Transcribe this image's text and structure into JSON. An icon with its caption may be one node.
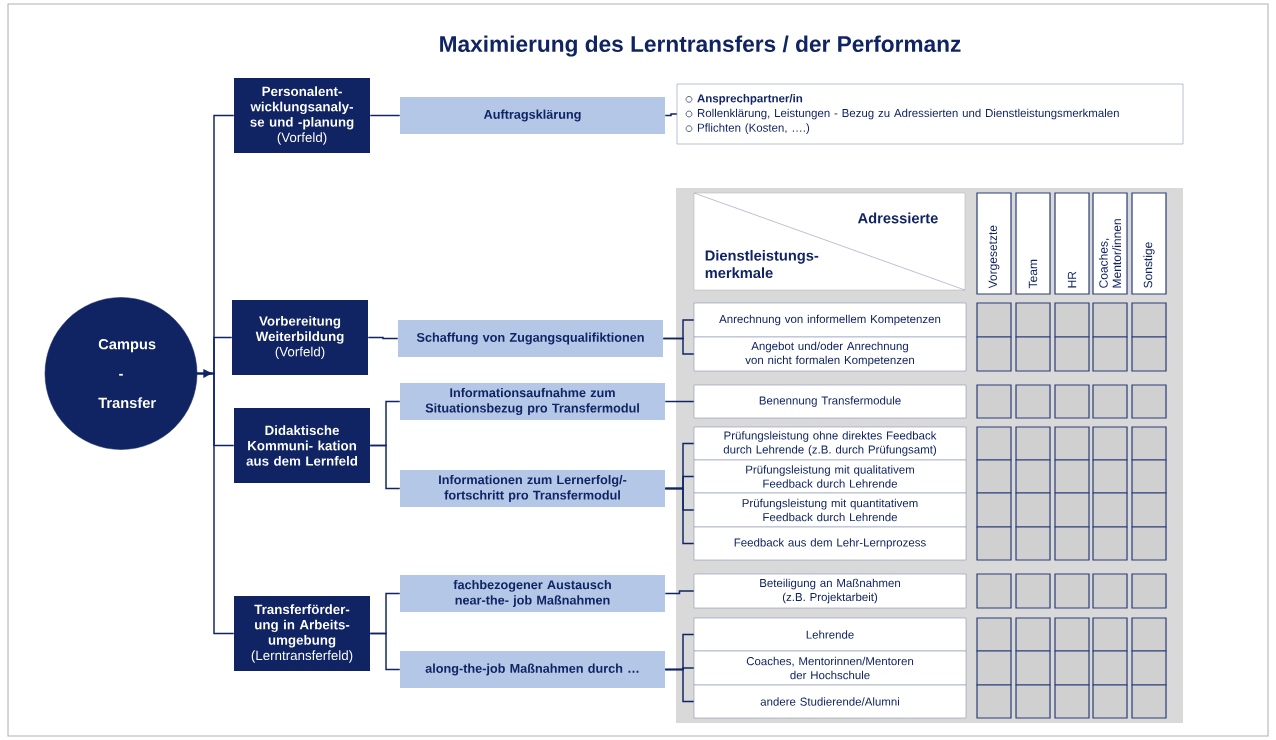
{
  "diagram": {
    "title": "Maximierung des Lerntransfers / der Performanz",
    "nodes": [
      {
        "text": [
          "Campus - Transfer"
        ]
      },
      {
        "text": [
          "Personalent- wicklungsanaly- se und -planung",
          "(Vorfeld)"
        ]
      },
      {
        "text": [
          "Auftragsklärung"
        ]
      },
      {
        "text": [
          "Ansprechpartner/in",
          "Rollenklärung, Leistungen - Bezug zu Adressierten und Dienstleistungsmerkmalen",
          "Pflichten (Kosten, ….)"
        ]
      },
      {
        "text": [
          "Vorbereitung Weiterbildung",
          "(Vorfeld)"
        ]
      },
      {
        "text": [
          "Schaffung von Zugangsqualifiktionen"
        ]
      },
      {
        "text": [
          "Didaktische Kommuni- kation aus dem Lernfeld"
        ]
      },
      {
        "text": [
          "Informationsaufnahme zum Situationsbezug pro Transfermodul"
        ]
      },
      {
        "text": [
          "Informationen zum Lernerfolg/- fortschritt pro Transfermodul"
        ]
      },
      {
        "text": [
          "Transferförder- ung in Arbeits- umgebung",
          "(Lerntransferfeld)"
        ]
      },
      {
        "text": [
          "fachbezogener Austausch near-the- job Maßnahmen"
        ]
      },
      {
        "text": [
          "along-the-job Maßnahmen durch …"
        ]
      },
      {
        "text": [
          "Adressierte",
          "Dienstleistungs- merkmale"
        ]
      },
      {
        "text": [
          "Vorgesetzte"
        ]
      },
      {
        "text": [
          "Team"
        ]
      },
      {
        "text": [
          "HR"
        ]
      },
      {
        "text": [
          "Coaches, Mentor/innen"
        ]
      },
      {
        "text": [
          "Sonstige"
        ]
      },
      {
        "text": [
          "Anrechnung von informellem Kompetenzen"
        ]
      },
      {
        "text": [
          "Angebot und/oder Anrechnung von nicht formalen Kompetenzen"
        ]
      },
      {
        "text": [
          "Benennung Transfermodule"
        ]
      },
      {
        "text": [
          "Prüfungsleistung ohne direktes Feedback durch Lehrende (z.B. durch Prüfungsamt)"
        ]
      },
      {
        "text": [
          "Prüfungsleistung mit qualitativem Feedback durch Lehrende"
        ]
      },
      {
        "text": [
          "Prüfungsleistung mit quantitativem Feedback durch Lehrende"
        ]
      },
      {
        "text": [
          "Feedback aus dem Lehr-Lernprozess"
        ]
      },
      {
        "text": [
          "Beteiligung an Maßnahmen (z.B. Projektarbeit)"
        ]
      },
      {
        "text": [
          "Lehrende"
        ]
      },
      {
        "text": [
          "Coaches, Mentorinnen/Mentoren der Hochschule"
        ]
      },
      {
        "text": [
          "andere Studierende/Alumni"
        ]
      },
      {
        "text": [],
        "shape": "box"
      },
      {
        "text": [],
        "shape": "box"
      },
      {
        "text": [],
        "shape": "box"
      },
      {
        "text": [],
        "shape": "box"
      },
      {
        "text": [],
        "shape": "box"
      },
      {
        "text": [],
        "shape": "box"
      },
      {
        "text": [],
        "shape": "box"
      },
      {
        "text": [],
        "shape": "box"
      },
      {
        "text": [],
        "shape": "box"
      },
      {
        "text": [],
        "shape": "box"
      },
      {
        "text": [],
        "shape": "box"
      },
      {
        "text": [],
        "shape": "box"
      },
      {
        "text": [],
        "shape": "box"
      },
      {
        "text": [],
        "shape": "box"
      },
      {
        "text": [],
        "shape": "box"
      },
      {
        "text": [],
        "shape": "box"
      },
      {
        "text": [],
        "shape": "box"
      },
      {
        "text": [],
        "shape": "box"
      },
      {
        "text": [],
        "shape": "box"
      },
      {
        "text": [],
        "shape": "box"
      },
      {
        "text": [],
        "shape": "box"
      },
      {
        "text": [],
        "shape": "box"
      },
      {
        "text": [],
        "shape": "box"
      },
      {
        "text": [],
        "shape": "box"
      },
      {
        "text": [],
        "shape": "box"
      },
      {
        "text": [],
        "shape": "box"
      },
      {
        "text": [],
        "shape": "box"
      },
      {
        "text": [],
        "shape": "box"
      },
      {
        "text": [],
        "shape": "box"
      },
      {
        "text": [],
        "shape": "box"
      },
      {
        "text": [],
        "shape": "box"
      },
      {
        "text": [],
        "shape": "box"
      },
      {
        "text": [],
        "shape": "box"
      },
      {
        "text": [],
        "shape": "box"
      },
      {
        "text": [],
        "shape": "box"
      },
      {
        "text": [],
        "shape": "box"
      },
      {
        "text": [],
        "shape": "box"
      },
      {
        "text": [],
        "shape": "box"
      },
      {
        "text": [],
        "shape": "box"
      },
      {
        "text": [],
        "shape": "box"
      },
      {
        "text": [],
        "shape": "box"
      },
      {
        "text": [],
        "shape": "box"
      },
      {
        "text": [],
        "shape": "box"
      },
      {
        "text": [],
        "shape": "box"
      },
      {
        "text": [],
        "shape": "box"
      },
      {
        "text": [],
        "shape": "box"
      },
      {
        "text": [],
        "shape": "box"
      },
      {
        "text": [],
        "shape": "box"
      },
      {
        "text": [],
        "shape": "box"
      },
      {
        "text": [],
        "shape": "box"
      },
      {
        "text": [],
        "shape": "box"
      },
      {
        "text": [],
        "shape": "box"
      },
      {
        "text": [],
        "shape": "box"
      },
      {
        "text": [],
        "shape": "box"
      },
      {
        "text": [],
        "shape": "box"
      }
    ],
    "edges": [
      {
        "from": 0,
        "to": null,
        "arrow": "to"
      },
      {
        "from": 0,
        "to": 1,
        "arrow": "none"
      },
      {
        "from": 0,
        "to": 4,
        "arrow": "none"
      },
      {
        "from": 0,
        "to": 6,
        "arrow": "none"
      },
      {
        "from": 0,
        "to": 9,
        "arrow": "none"
      },
      {
        "from": 1,
        "to": 2,
        "arrow": "none"
      },
      {
        "from": 2,
        "to": 3,
        "arrow": "none"
      },
      {
        "from": 4,
        "to": 5,
        "arrow": "none"
      },
      {
        "from": 5,
        "to": 18,
        "arrow": "none"
      },
      {
        "from": 5,
        "to": 19,
        "arrow": "none"
      },
      {
        "from": 6,
        "to": 7,
        "arrow": "none"
      },
      {
        "from": 6,
        "to": 8,
        "arrow": "none"
      },
      {
        "from": 7,
        "to": 20,
        "arrow": "none"
      },
      {
        "from": 8,
        "to": 21,
        "arrow": "none"
      },
      {
        "from": 8,
        "to": 22,
        "arrow": "none"
      },
      {
        "from": 8,
        "to": 23,
        "arrow": "none"
      },
      {
        "from": 8,
        "to": 24,
        "arrow": "none"
      },
      {
        "from": 9,
        "to": 10,
        "arrow": "none"
      },
      {
        "from": 9,
        "to": 11,
        "arrow": "none"
      },
      {
        "from": 10,
        "to": 25,
        "arrow": "none"
      },
      {
        "from": 11,
        "to": 26,
        "arrow": "none"
      },
      {
        "from": 11,
        "to": 27,
        "arrow": "none"
      },
      {
        "from": 11,
        "to": 28,
        "arrow": "none"
      }
    ]
  }
}
